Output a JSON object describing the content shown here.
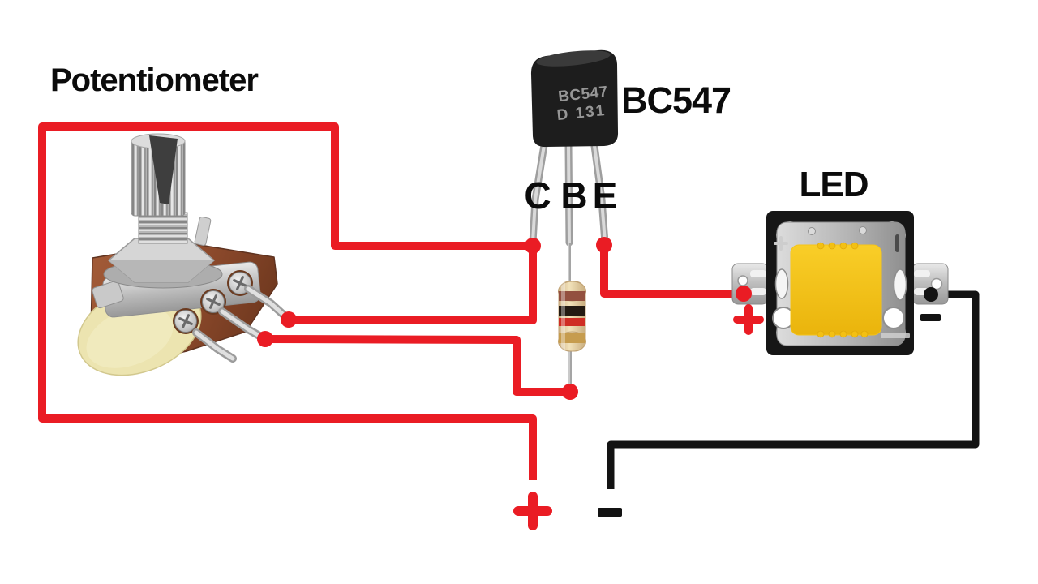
{
  "components": {
    "potentiometer": {
      "label": "Potentiometer"
    },
    "transistor": {
      "label": "BC547",
      "marking_line1": "BC547",
      "marking_line2": "D 131",
      "pin_c": "C",
      "pin_b": "B",
      "pin_e": "E"
    },
    "resistor": {
      "band_colors": [
        "brown",
        "black",
        "red",
        "gold"
      ]
    },
    "led": {
      "label": "LED",
      "positive_sign": "+",
      "negative_sign": "−"
    },
    "supply": {
      "positive_sign": "+",
      "negative_sign": "−"
    }
  },
  "colors": {
    "background": "#ffffff",
    "wire_red": "#ea1c24",
    "wire_black": "#131313",
    "label_text": "#0b0b0b",
    "transistor_body": "#1d1d1d",
    "transistor_marking": "#969696",
    "resistor_body": "#e9d6ac",
    "band_brown": "#93503f",
    "band_black": "#231a12",
    "band_red": "#cf2d24",
    "band_gold": "#c69c4e",
    "led_phosphor": "#f5c417",
    "pot_body_brown": "#8d4a2c",
    "pot_base_cream": "#ece4b0",
    "metal_silver": "#c6c6c6"
  }
}
